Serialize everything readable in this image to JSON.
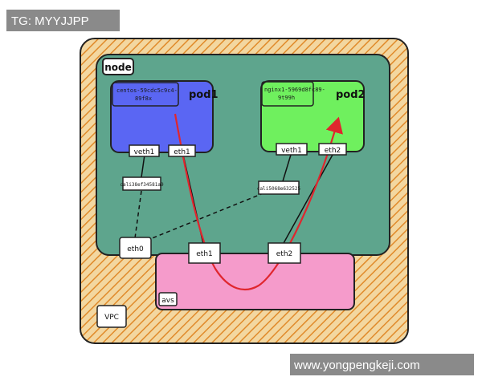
{
  "watermark_top": "TG: MYYJJPP",
  "watermark_bottom": "www.yongpengkeji.com",
  "vpc": {
    "label": "VPC"
  },
  "node": {
    "label": "node"
  },
  "avs": {
    "label": "avs"
  },
  "pod1": {
    "label": "pod1",
    "container_name": [
      "centos-59cdc5c9c4-",
      "89f8x"
    ],
    "veth_label": "veth1",
    "eth_label": "eth1"
  },
  "pod2": {
    "label": "pod2",
    "container_name": [
      "nginx1-5969d8fc89-",
      "9t99h"
    ],
    "veth_label": "veth1",
    "eth_label": "eth2"
  },
  "cali_left": "cali38ef34581a9",
  "cali_right": "cali5068e632525",
  "node_eth0": "eth0",
  "avs_eth1": "eth1",
  "avs_eth2": "eth2",
  "colors": {
    "vpc_fill": "#f3d7a0",
    "vpc_hatch": "#e08a2a",
    "node_fill": "#5ea58d",
    "pod1_fill": "#5a66f3",
    "pod2_fill": "#6ff05e",
    "avs_fill": "#f59bcb",
    "arrow": "#e0262e",
    "watermark_bg": "#8a8a8a"
  }
}
